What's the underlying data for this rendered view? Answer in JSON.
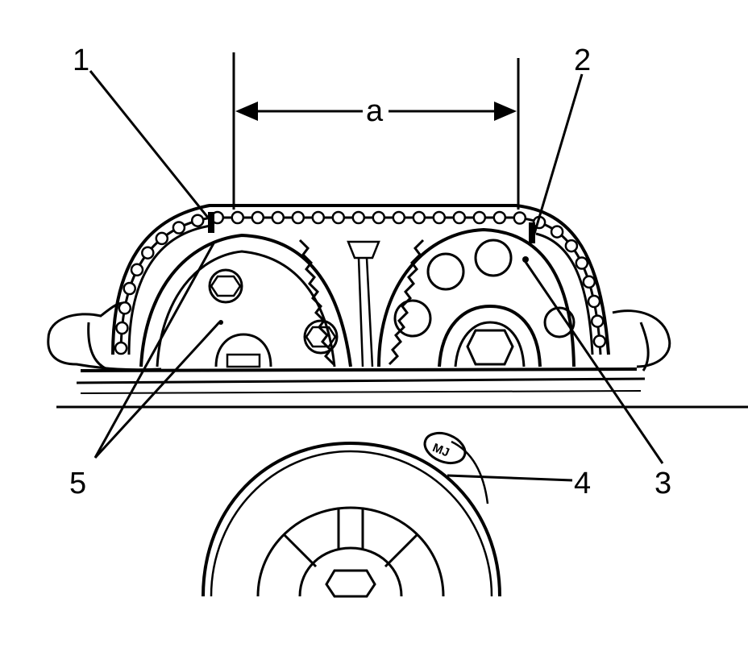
{
  "diagram": {
    "dimension_label": "a",
    "callouts": [
      {
        "id": "1",
        "text": "1"
      },
      {
        "id": "2",
        "text": "2"
      },
      {
        "id": "3",
        "text": "3"
      },
      {
        "id": "4",
        "text": "4"
      },
      {
        "id": "5",
        "text": "5"
      }
    ],
    "hub_label_text": "MJ",
    "line_color": "#000000",
    "background": "#ffffff"
  }
}
